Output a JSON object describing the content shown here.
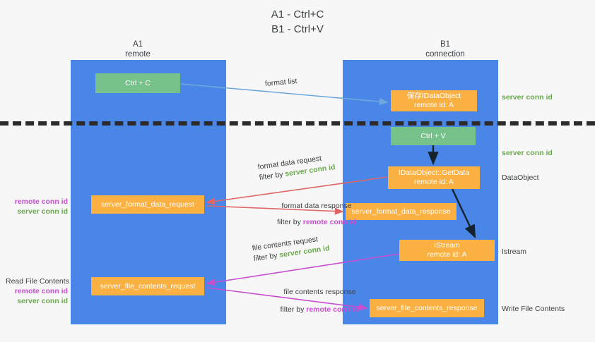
{
  "title": {
    "line1": "A1 - Ctrl+C",
    "line2": "B1 - Ctrl+V"
  },
  "lanes": [
    {
      "id": "A1",
      "name": "A1",
      "role": "remote",
      "color": "#4a86e8"
    },
    {
      "id": "B1",
      "name": "B1",
      "role": "connection",
      "color": "#4a86e8"
    }
  ],
  "nodes": {
    "ctrl_c": {
      "line1": "Ctrl + C",
      "line2": "",
      "color": "#77c28b"
    },
    "save_idataobject": {
      "line1": "保存IDataObject",
      "line2": "remote id: A",
      "color": "#fbb042"
    },
    "ctrl_v": {
      "line1": "Ctrl + V",
      "line2": "",
      "color": "#77c28b"
    },
    "getdata": {
      "line1": "IDataObject::GetData",
      "line2": "remote id: A",
      "color": "#fbb042"
    },
    "format_data_request": {
      "line1": "server_format_data_request",
      "line2": "",
      "color": "#fbb042"
    },
    "format_data_response": {
      "line1": "server_format_data_response",
      "line2": "",
      "color": "#fbb042"
    },
    "istream": {
      "line1": "IStream",
      "line2": "remote id: A",
      "color": "#fbb042"
    },
    "file_contents_request": {
      "line1": "server_file_contents_request",
      "line2": "",
      "color": "#fbb042"
    },
    "file_contents_response": {
      "line1": "server_file_contents_response",
      "line2": "",
      "color": "#fbb042"
    }
  },
  "edge_labels": {
    "format_list": {
      "text": "format list"
    },
    "format_data_request": {
      "text": "format data request",
      "filter_prefix": "filter by ",
      "filter_value": "server conn id",
      "filter_color": "#6aa84f"
    },
    "format_data_response": {
      "text": "format data response",
      "filter_prefix": "filter by ",
      "filter_value": "remote conn id",
      "filter_color": "#c74fd0"
    },
    "file_contents_request": {
      "text": "file contents request",
      "filter_prefix": "filter by ",
      "filter_value": "server conn id",
      "filter_color": "#6aa84f"
    },
    "file_contents_response": {
      "text": "file contents response",
      "filter_prefix": "filter by ",
      "filter_value": "remote conn id",
      "filter_color": "#c74fd0"
    }
  },
  "side_labels": {
    "left_mid": {
      "remote": "remote conn id",
      "server": "server conn id"
    },
    "left_bottom": {
      "heading": "Read File Contents",
      "remote": "remote conn id",
      "server": "server conn id"
    },
    "right": [
      {
        "text": "server conn id",
        "color": "#6aa84f"
      },
      {
        "text": "server conn id",
        "color": "#6aa84f"
      },
      {
        "text": "DataObject",
        "color": "#3c4043"
      },
      {
        "text": "Istream",
        "color": "#3c4043"
      },
      {
        "text": "Write File Contents",
        "color": "#3c4043"
      }
    ]
  },
  "colors": {
    "lane": "#4a86e8",
    "green_node": "#77c28b",
    "orange_node": "#fbb042",
    "accent_green": "#6aa84f",
    "accent_magenta": "#c74fd0",
    "arrow_blue": "#6fa8dc",
    "arrow_red": "#e06666",
    "arrow_magenta": "#c74fd0",
    "arrow_dark": "#1c2b3a",
    "divider": "#2b2b2b",
    "background": "#f7f7f7"
  }
}
